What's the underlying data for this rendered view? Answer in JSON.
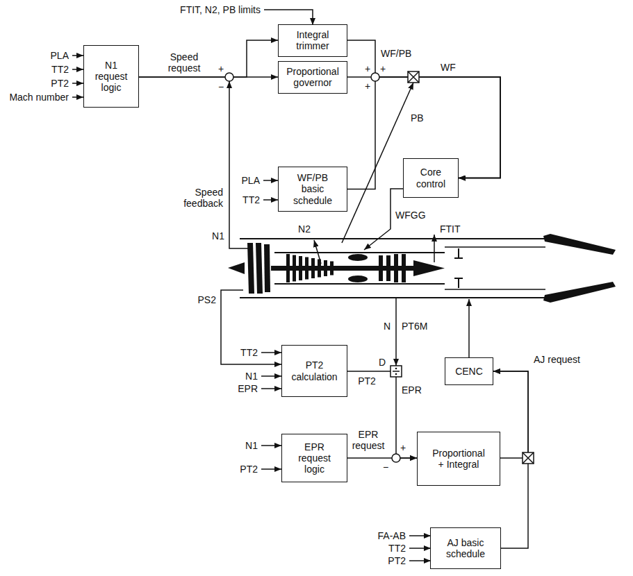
{
  "diagram": {
    "nodes": [
      {
        "text": [
          "N1 request logic"
        ]
      },
      {
        "text": [
          "Integral trimmer"
        ]
      },
      {
        "text": [
          "Proportional governor"
        ]
      },
      {
        "text": [
          "WF/PB basic schedule"
        ]
      },
      {
        "text": [
          "Core control"
        ]
      },
      {
        "text": [
          "PT2 calculation"
        ]
      },
      {
        "text": [
          "CENC"
        ]
      },
      {
        "text": [
          "EPR request logic"
        ]
      },
      {
        "text": [
          "Proportional + Integral"
        ]
      },
      {
        "text": [
          "AJ basic schedule"
        ]
      }
    ],
    "edges": [
      {
        "from": 0,
        "to": 2,
        "arrow": "to"
      },
      {
        "from": 0,
        "to": 1,
        "arrow": "to"
      },
      {
        "from": 1,
        "to": 4,
        "arrow": "to"
      },
      {
        "from": 2,
        "to": 4,
        "arrow": "to"
      },
      {
        "from": 3,
        "to": 4,
        "arrow": "to"
      },
      {
        "from": 5,
        "to": 8,
        "arrow": "to"
      },
      {
        "from": 7,
        "to": 8,
        "arrow": "to"
      },
      {
        "from": 8,
        "to": 6,
        "arrow": "to"
      },
      {
        "from": 9,
        "to": 6,
        "arrow": "to"
      }
    ],
    "labels": [
      "FTIT, N2, PB limits",
      "PLA",
      "TT2",
      "PT2",
      "Mach number",
      "Speed request",
      "+",
      "−",
      "Speed feedback",
      "N1",
      "WF/PB",
      "+",
      "+",
      "+",
      "WF",
      "PB",
      "PLA",
      "TT2",
      "WFGG",
      "N2",
      "FTIT",
      "PS2",
      "TT2",
      "N1",
      "EPR",
      "N",
      "PT6M",
      "D",
      "PT2",
      "EPR",
      "EPR request",
      "+",
      "−",
      "N1",
      "PT2",
      "AJ request",
      "FA-AB",
      "TT2",
      "PT2"
    ]
  }
}
